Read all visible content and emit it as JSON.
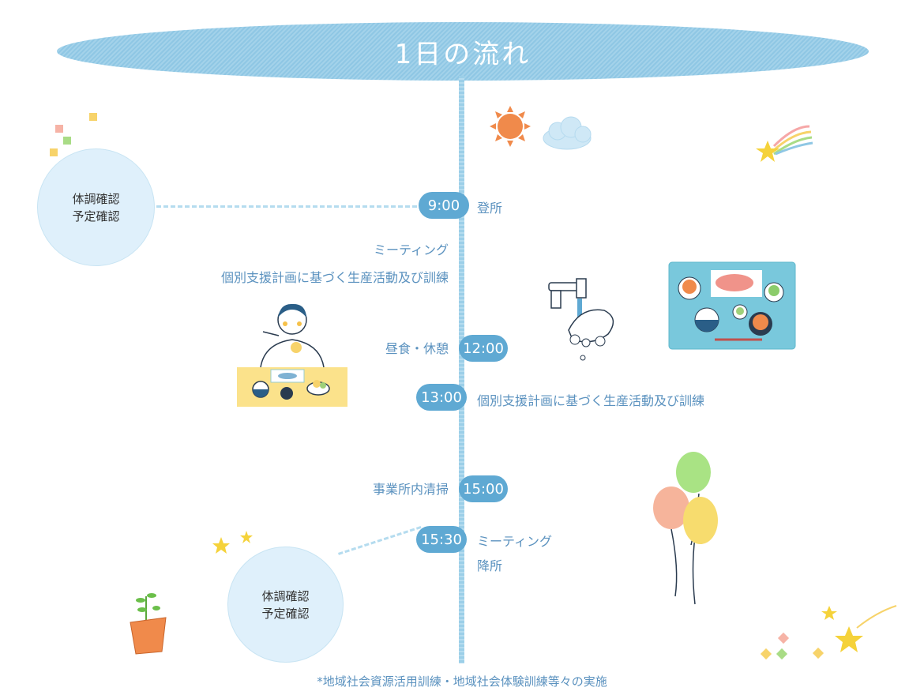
{
  "title": "1日の流れ",
  "schedule": [
    {
      "time": "9:00",
      "label": "登所"
    },
    {
      "label_left_1": "ミーティング",
      "label_left_2": "個別支援計画に基づく生産活動及び訓練"
    },
    {
      "time": "12:00",
      "label": "昼食・休憩"
    },
    {
      "time": "13:00",
      "label": "個別支援計画に基づく生産活動及び訓練"
    },
    {
      "time": "15:00",
      "label": "事業所内清掃"
    },
    {
      "time": "15:30",
      "label_1": "ミーティング",
      "label_2": "降所"
    }
  ],
  "checks": [
    {
      "line1": "体調確認",
      "line2": "予定確認"
    },
    {
      "line1": "体調確認",
      "line2": "予定確認"
    }
  ],
  "footnote": "*地域社会資源活用訓練・地域社会体験訓練等々の実施",
  "colors": {
    "accent": "#5fa9d3",
    "title_bg": "#9ccfe8",
    "text": "#5b92bf",
    "circle": "#dff0fb"
  },
  "icons": [
    "sun-icon",
    "cloud-icon",
    "shooting-star-icon",
    "confetti-icon",
    "person-eating-icon",
    "hand-washing-icon",
    "lunch-tray-icon",
    "balloons-icon",
    "plant-pot-icon",
    "sparkle-star-icon"
  ]
}
